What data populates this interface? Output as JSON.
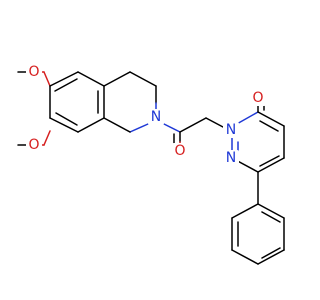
{
  "molecule": {
    "atoms": {
      "methoxy_o_top": "O",
      "methoxy_o_bottom": "O",
      "amide_n": "N",
      "carbonyl_o_linker": "O",
      "pyridazine_n1": "N",
      "pyridazine_n2": "N",
      "pyridazinone_o": "O"
    },
    "colors": {
      "carbon_bond": "#000000",
      "oxygen": "#d61f1f",
      "nitrogen": "#1f39d6",
      "background": "#ffffff"
    }
  }
}
